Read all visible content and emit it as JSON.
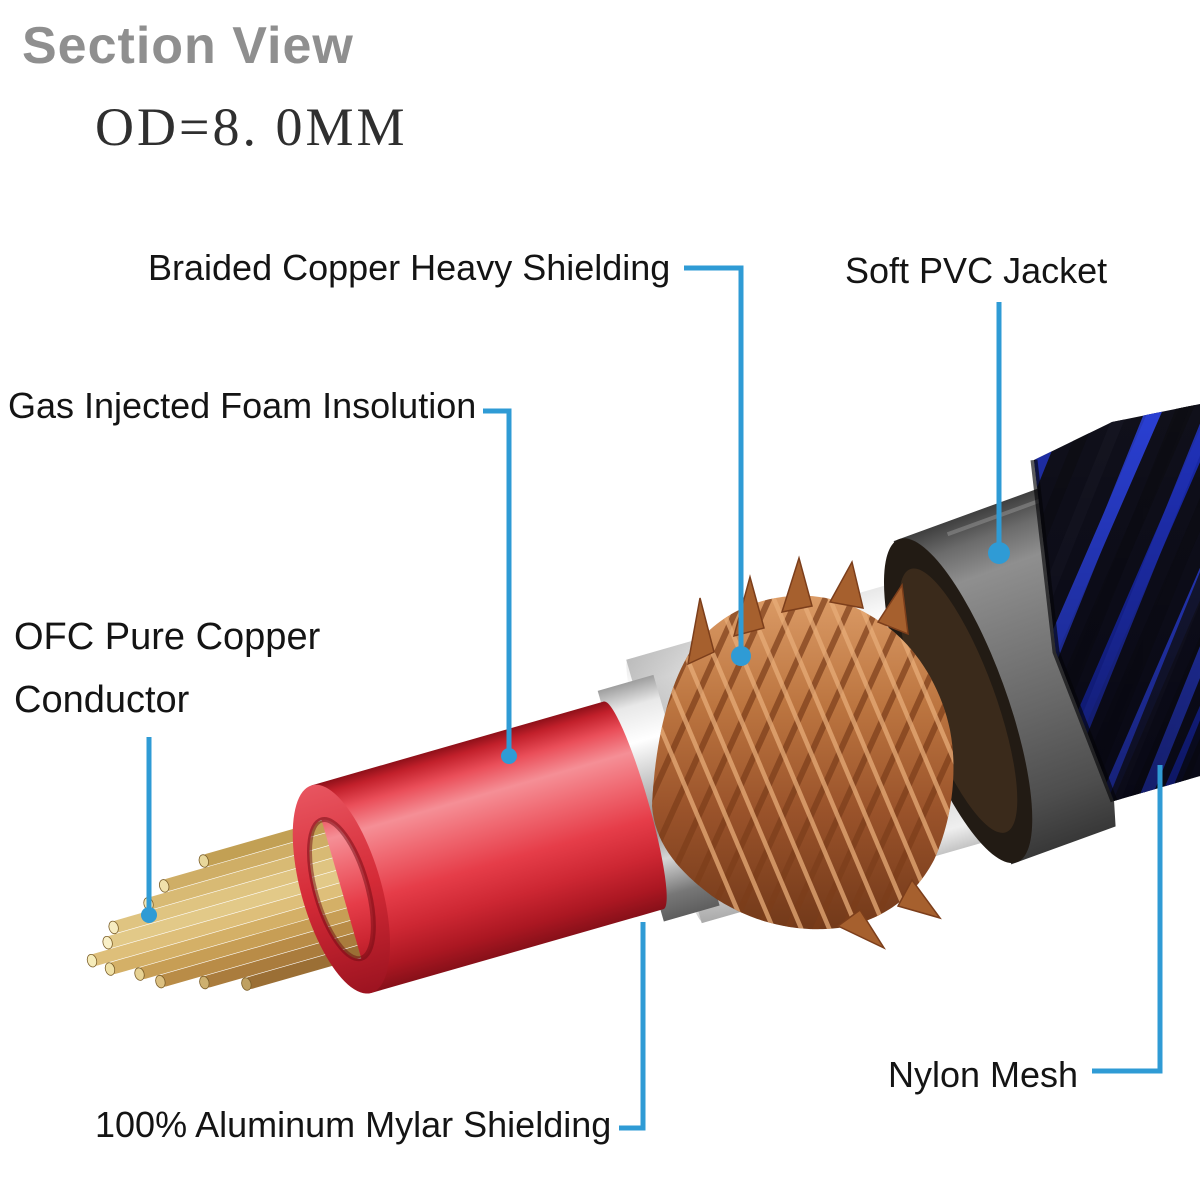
{
  "header": {
    "title": "Section View",
    "od": "OD=8. 0MM"
  },
  "callouts": {
    "braided_copper": "Braided Copper Heavy Shielding",
    "soft_pvc": "Soft PVC Jacket",
    "foam": "Gas Injected Foam Insolution",
    "ofc_line1": "OFC Pure Copper",
    "ofc_line2": "Conductor",
    "mylar": "100% Aluminum Mylar Shielding",
    "nylon": "Nylon Mesh"
  },
  "colors": {
    "leader_blue": "#2F9BD5",
    "title_gray": "#8F8F8F",
    "label_black": "#141414",
    "insulation_red": "#E63D49",
    "copper_braid": "#B5703C",
    "conductor_gold": "#D8BA74",
    "jacket_gray": "#6B6B6B",
    "mesh_blue": "#2B40D6",
    "mesh_black": "#10101A",
    "mylar_silver": "#D6D6D6"
  }
}
